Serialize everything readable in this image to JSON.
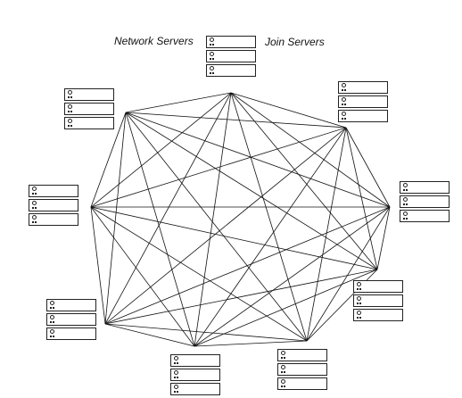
{
  "labels": {
    "network_servers": "Network Servers",
    "join_servers": "Join Servers"
  },
  "icons": {
    "server_unit": "server-unit-icon",
    "power": "power-ring-icon",
    "leds": "status-led-icon"
  },
  "colors": {
    "line": "#111111",
    "box_border": "#222222",
    "background": "#ffffff"
  },
  "racks": [
    {
      "id": "top"
    },
    {
      "id": "upper-left"
    },
    {
      "id": "upper-right"
    },
    {
      "id": "left"
    },
    {
      "id": "right"
    },
    {
      "id": "lower-left"
    },
    {
      "id": "lower-right"
    },
    {
      "id": "bottom-left"
    },
    {
      "id": "bottom-right"
    }
  ]
}
